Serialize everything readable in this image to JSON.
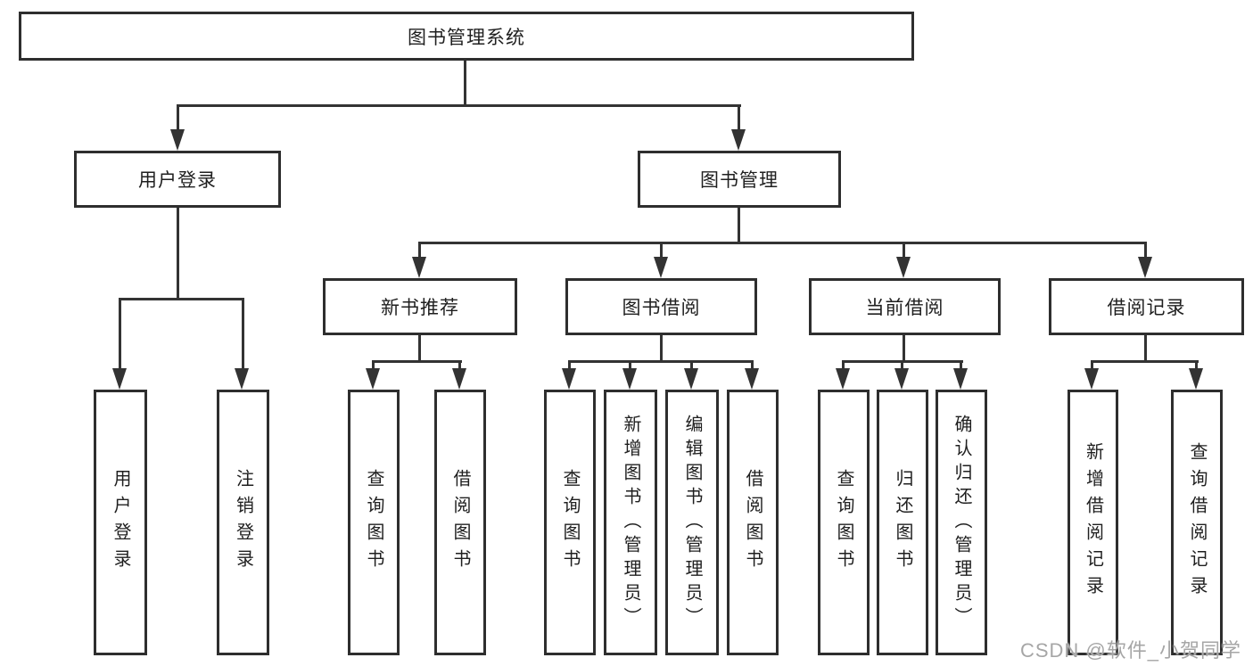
{
  "colors": {
    "background": "#ffffff",
    "box_border": "#2e2e2e",
    "line": "#333333",
    "text": "#1f1f1f",
    "watermark": "#a6a6a6"
  },
  "watermark": {
    "text": "CSDN @软件_小贺同学"
  },
  "diagram": {
    "type": "hierarchy",
    "root": {
      "label": "图书管理系统"
    },
    "branches": [
      {
        "label": "用户登录",
        "children": [
          "用户登录",
          "注销登录"
        ]
      },
      {
        "label": "图书管理",
        "children": [
          {
            "label": "新书推荐",
            "children": [
              "查询图书",
              "借阅图书"
            ]
          },
          {
            "label": "图书借阅",
            "children": [
              "查询图书",
              "新增图书（管理员）",
              "编辑图书（管理员）",
              "借阅图书"
            ]
          },
          {
            "label": "当前借阅",
            "children": [
              "查询图书",
              "归还图书",
              "确认归还（管理员）"
            ]
          },
          {
            "label": "借阅记录",
            "children": [
              "新增借阅记录",
              "查询借阅记录"
            ]
          }
        ]
      }
    ]
  }
}
